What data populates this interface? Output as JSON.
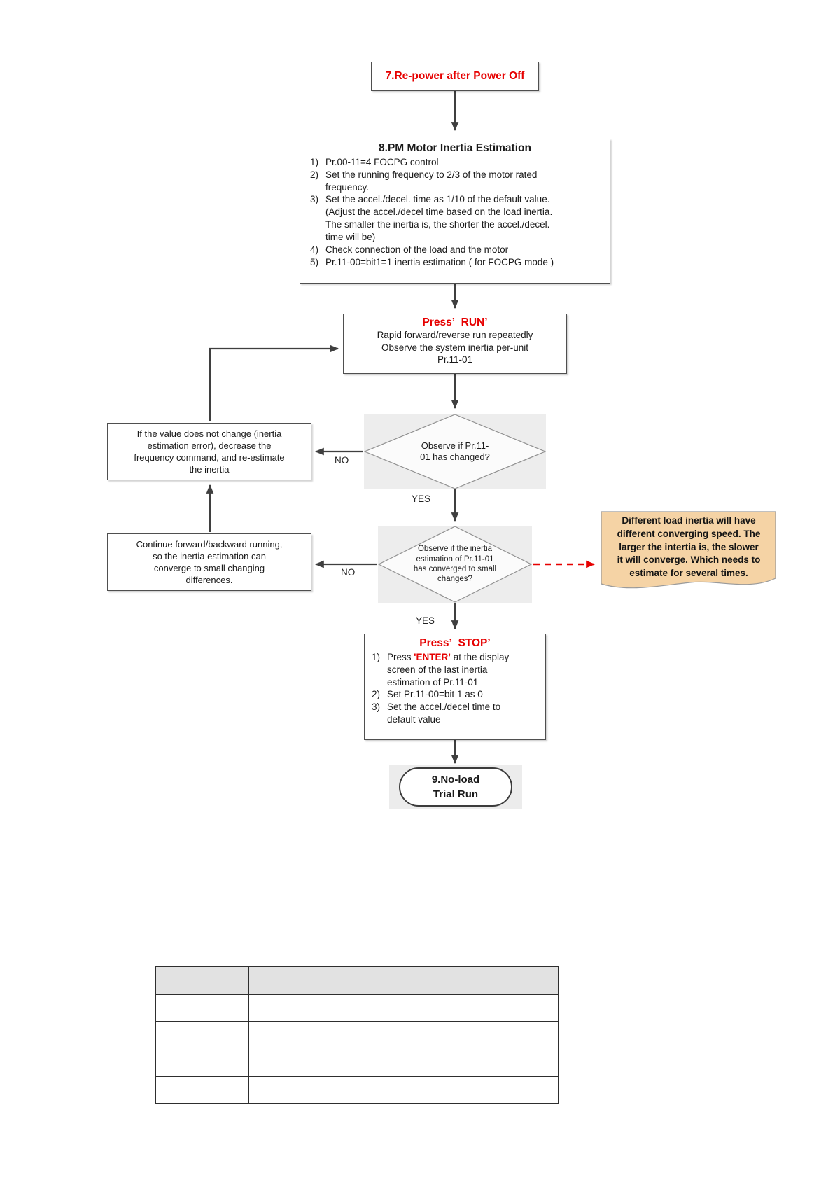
{
  "colors": {
    "red": "#e60000",
    "arrow": "#3f3f3f",
    "note_bg": "#f5d3a5",
    "note_border": "#9a9a9a",
    "diamond_bg": "#ededed",
    "table_header_bg": "#e2e2e2"
  },
  "flowchart": {
    "start": {
      "title": "7.Re-power after Power Off"
    },
    "estimation": {
      "title": "8.PM Motor Inertia Estimation",
      "items": [
        {
          "num": "1)",
          "text": "Pr.00-11=4 FOCPG control"
        },
        {
          "num": "2)",
          "text": "Set the running frequency to 2/3 of the motor rated\nfrequency."
        },
        {
          "num": "3)",
          "text": "Set the accel./decel. time as 1/10 of the default value.\n(Adjust the accel./decel time based on the load inertia.\nThe smaller the inertia is, the shorter the accel./decel.\ntime will be)"
        },
        {
          "num": "4)",
          "text": "Check connection of the load and the motor"
        },
        {
          "num": "5)",
          "text": "Pr.11-00=bit1=1 inertia estimation ( for FOCPG mode )"
        }
      ]
    },
    "run": {
      "title": "Press’  RUN’",
      "lines": "Rapid forward/reverse run repeatedly\nObserve the system inertia per-unit\nPr.11-01"
    },
    "decision1": {
      "text": "Observe if Pr.11-\n01 has changed?",
      "no_label": "NO",
      "yes_label": "YES"
    },
    "no_change_note": {
      "text": "If the value does not change (inertia\nestimation error), decrease the\nfrequency command, and re-estimate\nthe inertia"
    },
    "decision2": {
      "text": "Observe if the inertia\nestimation of Pr.11-01\nhas converged to small\nchanges?",
      "no_label": "NO",
      "yes_label": "YES"
    },
    "continue_note": {
      "text": "Continue forward/backward running,\nso the inertia estimation can\nconverge to small changing\ndifferences."
    },
    "inertia_note": {
      "text": "Different load inertia will have\ndifferent converging speed. The\nlarger the intertia is, the slower\nit will converge. Which needs to\nestimate for several times."
    },
    "stop": {
      "title": "Press’  STOP’",
      "item1": {
        "num": "1)",
        "pre": "Press ",
        "enter": "'ENTER’",
        "post": " at the display\nscreen of the last inertia\nestimation of Pr.11-01"
      },
      "item2": {
        "num": "2)",
        "text": "Set Pr.11-00=bit 1 as 0"
      },
      "item3": {
        "num": "3)",
        "text": "Set the accel./decel time to\ndefault value"
      }
    },
    "end": {
      "title": "9.No-load\nTrial Run"
    }
  },
  "table": {
    "headers": [
      "",
      ""
    ],
    "rows": [
      [
        "",
        ""
      ],
      [
        "",
        ""
      ],
      [
        "",
        ""
      ],
      [
        "",
        ""
      ]
    ]
  }
}
